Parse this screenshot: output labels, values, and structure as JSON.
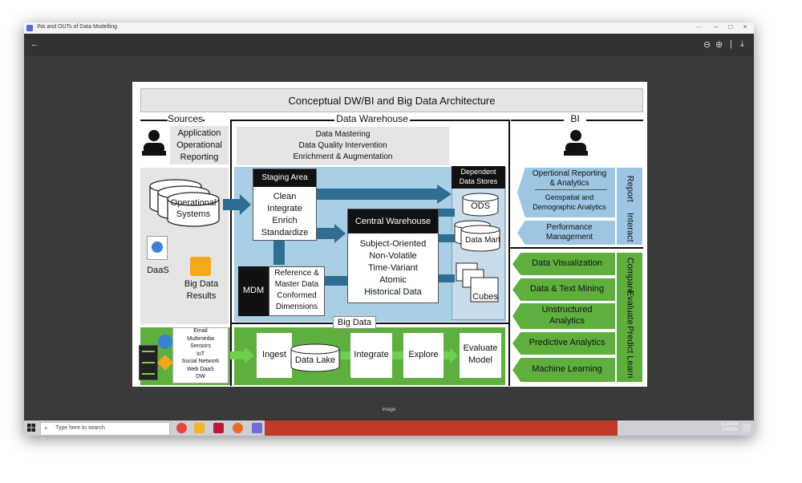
{
  "window": {
    "title": "INs and OUTs of Data Modelling",
    "minimize": "–",
    "maximize": "□",
    "close": "×",
    "more": "···"
  },
  "toolbar": {
    "back": "←",
    "zoom_out": "⊖",
    "zoom_in": "⊕",
    "separator": "|",
    "download": "⤓"
  },
  "viewer": {
    "caption": "image"
  },
  "diagram": {
    "title": "Conceptual DW/BI and Big Data Architecture",
    "sections": {
      "sources": "Sources",
      "data_warehouse": "Data Warehouse",
      "bi": "BI",
      "big_data": "Big Data"
    },
    "sources": {
      "app_reporting": [
        "Application",
        "Operational",
        "Reporting"
      ],
      "operational_systems": [
        "Operational",
        "Systems"
      ],
      "daas": "DaaS",
      "big_data_results": [
        "Big Data",
        "Results"
      ],
      "big_data_sources": [
        "Email",
        "Multimedia",
        "Sensors",
        "IoT",
        "Social Network",
        "Web DaaS",
        "DW"
      ]
    },
    "dw": {
      "mastering": [
        "Data Mastering",
        "Data Quality Intervention",
        "Enrichment & Augmentation"
      ],
      "staging_title": "Staging Area",
      "staging_items": [
        "Clean",
        "Integrate",
        "Enrich",
        "Standardize"
      ],
      "central_title": "Central Warehouse",
      "central_items": [
        "Subject-Oriented",
        "Non-Volatile",
        "Time-Variant",
        "Atomic",
        "Historical Data"
      ],
      "mdm": "MDM",
      "reference": [
        "Reference &",
        "Master Data",
        "Conformed",
        "Dimensions"
      ],
      "dependent_title": [
        "Dependent",
        "Data Stores"
      ],
      "ods": "ODS",
      "data_mart": "Data Mart",
      "cubes": "Cubes"
    },
    "bigdata_flow": {
      "ingest": "Ingest",
      "data_lake": "Data Lake",
      "integrate": "Integrate",
      "explore": "Explore",
      "evaluate_model": [
        "Evaluate",
        "Model"
      ]
    },
    "bi": {
      "blue_items": [
        [
          "Opertional Reporting",
          "& Analytics"
        ],
        [
          "Geospatial and",
          "Demographic Analytics"
        ],
        [
          "Performance",
          "Management"
        ]
      ],
      "blue_side": [
        "Report",
        "Interact"
      ],
      "green_items": [
        [
          "Data Visualization"
        ],
        [
          "Data & Text Mining"
        ],
        [
          "Unstructured",
          "Analytics"
        ],
        [
          "Predictive Analytics"
        ],
        [
          "Machine Learning"
        ]
      ],
      "green_side": [
        "Compare",
        "Evaluate",
        "Predict",
        "Learn"
      ]
    }
  },
  "taskbar": {
    "search_placeholder": "Type here to search",
    "time": "11:18 AM",
    "date": "7/7/2025"
  },
  "colors": {
    "dw_blue": "#a9cfe6",
    "bi_blue": "#9cc6e3",
    "green": "#5faf3f",
    "arrow": "#2f6d92",
    "dark_label": "#111111"
  }
}
